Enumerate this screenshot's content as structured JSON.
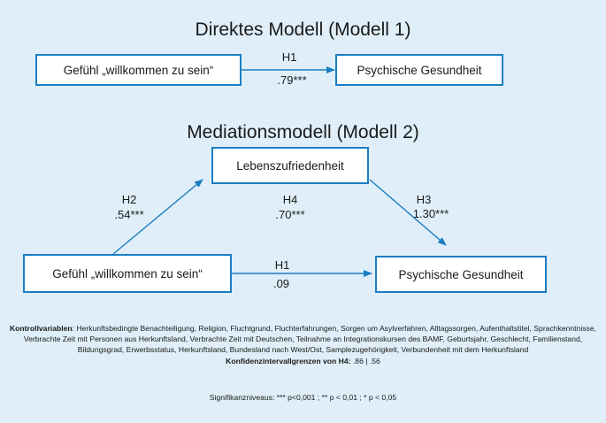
{
  "model1": {
    "title": "Direktes Modell (Modell 1)",
    "left_box": "Gefühl „willkommen zu sein“",
    "right_box": "Psychische Gesundheit",
    "path_h1": {
      "label": "H1",
      "value": ".79***"
    }
  },
  "model2": {
    "title": "Mediationsmodell (Modell 2)",
    "mediator_box": "Lebenszufriedenheit",
    "left_box": "Gefühl „willkommen zu sein“",
    "right_box": "Psychische Gesundheit",
    "path_h2": {
      "label": "H2",
      "value": ".54***"
    },
    "path_h3": {
      "label": "H3",
      "value": "1.30***"
    },
    "path_h4": {
      "label": "H4",
      "value": ".70***"
    },
    "path_h1": {
      "label": "H1",
      "value": ".09"
    }
  },
  "notes": {
    "control_heading": "Kontrollvariablen",
    "control_text": ": Herkunftsbedingte Benachteiligung, Religion, Fluchtgrund, Fluchterfahrungen, Sorgen um Asylverfahren, Alltagssorgen, Aufenthaltstitel, Sprachkenntnisse, Verbrachte Zeit mit Personen aus Herkunftsland, Verbrachte Zeit mit Deutschen, Teilnahme an Integrationskursen des BAMF, Geburtsjahr, Geschlecht, Familienstand, Bildungsgrad, Erwerbsstatus, Herkunftsland, Bundesland nach West/Ost, Samplezugehörigkeit, Verbundenheit mit dem Herkunftsland",
    "ci_heading": "Konfidenzintervallgrenzen von H4:",
    "ci_values": " .86 | .56",
    "significance": "Signifikanzniveaus: *** p<0,001 ; ** p < 0,01 ; * p < 0,05"
  },
  "colors": {
    "background": "#dfeef8",
    "box_border": "#1b7ec2",
    "arrow": "#1b7ec2"
  }
}
